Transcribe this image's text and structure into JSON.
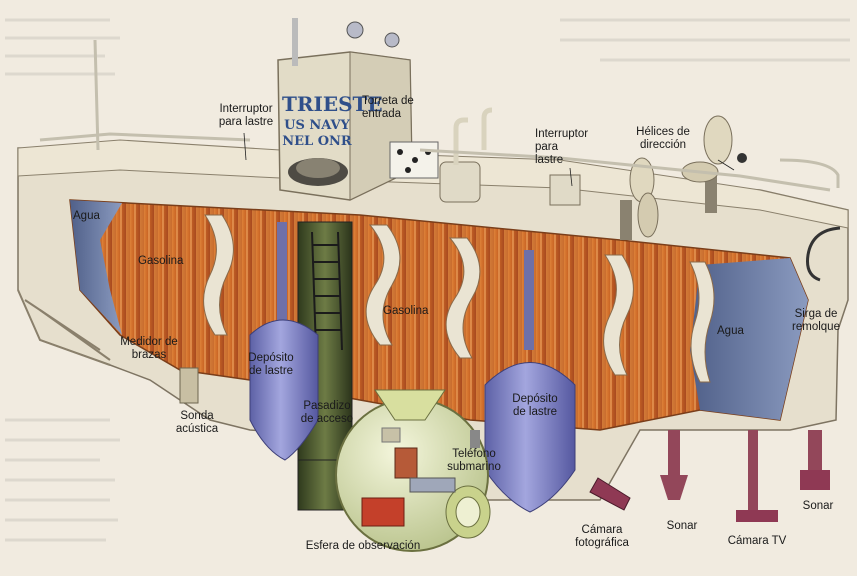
{
  "tower_text": {
    "name": "TRIESTE",
    "line2": "US NAVY",
    "line3": "NEL ONR"
  },
  "labels": {
    "interruptor_1": "Interruptor\npara lastre",
    "torreta": "Torreta de\nentrada",
    "interruptor_2": "Interruptor\npara\nlastre",
    "helices": "Hélices de\ndirección",
    "agua_left": "Agua",
    "gasolina_left": "Gasolina",
    "gasolina_mid": "Gasolina",
    "agua_right": "Agua",
    "sirga": "Sirga de\nremolque",
    "medidor": "Medidor de\nbrazas",
    "deposito_1": "Depósito\nde lastre",
    "deposito_2": "Depósito\nde lastre",
    "sonda": "Sonda\nacústica",
    "pasadizo": "Pasadizo\nde acceso",
    "telefono": "Teléfono\nsubmarino",
    "esfera": "Esfera de observación",
    "camara_foto": "Cámara\nfotográfica",
    "sonar_1": "Sonar",
    "camara_tv": "Cámara TV",
    "sonar_2": "Sonar"
  },
  "colors": {
    "background": "#f1ebe0",
    "hull": "#e6dfcd",
    "gasoline": "#d3742d",
    "gasoline_dark": "#9d4a20",
    "water": "#6e7fa6",
    "ballast": "#7e82bf",
    "shaft": "#4d5a30",
    "sphere": "#dfe6b8",
    "label_text": "#1a1a1a"
  }
}
